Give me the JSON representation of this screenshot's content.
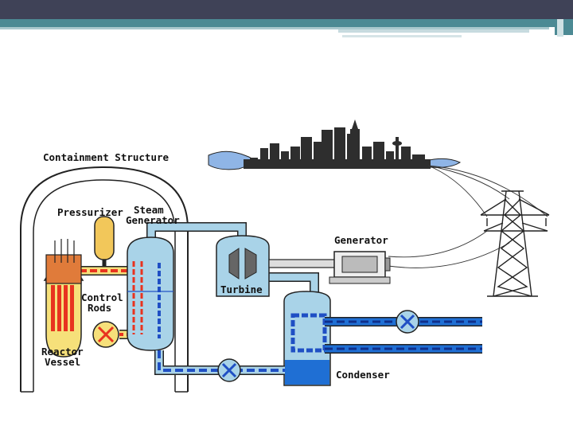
{
  "labels": {
    "containment": "Containment Structure",
    "pressurizer": "Pressurizer",
    "steam_line1": "Steam",
    "steam_line2": "Generator",
    "generator": "Generator",
    "turbine": "Turbine",
    "control_line1": "Control",
    "control_line2": "Rods",
    "reactor_line1": "Reactor",
    "reactor_line2": "Vessel",
    "condenser": "Condenser"
  },
  "colors": {
    "header_dark": "#3f4257",
    "header_teal": "#4c8a94",
    "hot_loop": "#e8331f",
    "steam_blue": "#a9d3e8",
    "cold_blue": "#1f4fc4",
    "pressurizer": "#f2c75a",
    "reactor_core": "#f6e07a",
    "city": "#2e2e2e",
    "sky_blue": "#8fb5e6"
  }
}
